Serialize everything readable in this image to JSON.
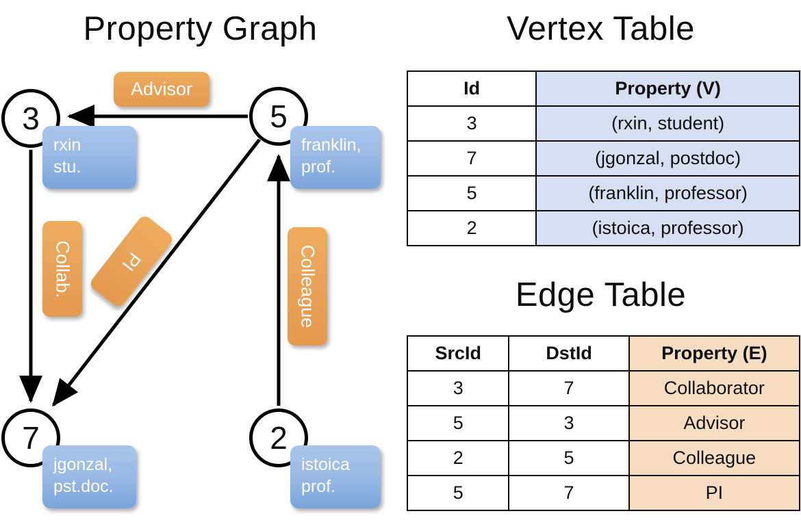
{
  "titles": {
    "graph": "Property Graph",
    "vertex_table": "Vertex Table",
    "edge_table": "Edge Table"
  },
  "graph": {
    "nodes": [
      {
        "id": "3",
        "property": "rxin\nstu."
      },
      {
        "id": "5",
        "property": "franklin,\nprof."
      },
      {
        "id": "7",
        "property": "jgonzal,\npst.doc."
      },
      {
        "id": "2",
        "property": "istoica\nprof."
      }
    ],
    "node_labels": {
      "n3": "3",
      "n5": "5",
      "n7": "7",
      "n2": "2"
    },
    "property_lines": {
      "rxin_1": "rxin",
      "rxin_2": "stu.",
      "franklin_1": "franklin,",
      "franklin_2": "prof.",
      "jgonzal_1": "jgonzal,",
      "jgonzal_2": "pst.doc.",
      "istoica_1": "istoica",
      "istoica_2": "prof."
    },
    "edge_labels": {
      "advisor": "Advisor",
      "collab": "Collab.",
      "pi": "PI",
      "colleague": "Colleague"
    },
    "edges": [
      {
        "src": "5",
        "dst": "3",
        "label": "Advisor"
      },
      {
        "src": "3",
        "dst": "7",
        "label": "Collab."
      },
      {
        "src": "5",
        "dst": "7",
        "label": "PI"
      },
      {
        "src": "2",
        "dst": "5",
        "label": "Colleague"
      }
    ]
  },
  "vertex_table": {
    "headers": {
      "id": "Id",
      "property": "Property (V)"
    },
    "rows": [
      {
        "id": "3",
        "property": "(rxin, student)"
      },
      {
        "id": "7",
        "property": "(jgonzal, postdoc)"
      },
      {
        "id": "5",
        "property": "(franklin, professor)"
      },
      {
        "id": "2",
        "property": "(istoica, professor)"
      }
    ]
  },
  "edge_table": {
    "headers": {
      "src": "SrcId",
      "dst": "DstId",
      "property": "Property (E)"
    },
    "rows": [
      {
        "src": "3",
        "dst": "7",
        "property": "Collaborator"
      },
      {
        "src": "5",
        "dst": "3",
        "property": "Advisor"
      },
      {
        "src": "2",
        "dst": "5",
        "property": "Colleague"
      },
      {
        "src": "5",
        "dst": "7",
        "property": "PI"
      }
    ]
  },
  "colors": {
    "vertex_property_fill": "#d6e0f2",
    "edge_property_fill": "#f6ddc1",
    "node_box_blue": "#7ba4db",
    "edge_label_orange": "#e8a359",
    "stroke": "#000000"
  }
}
